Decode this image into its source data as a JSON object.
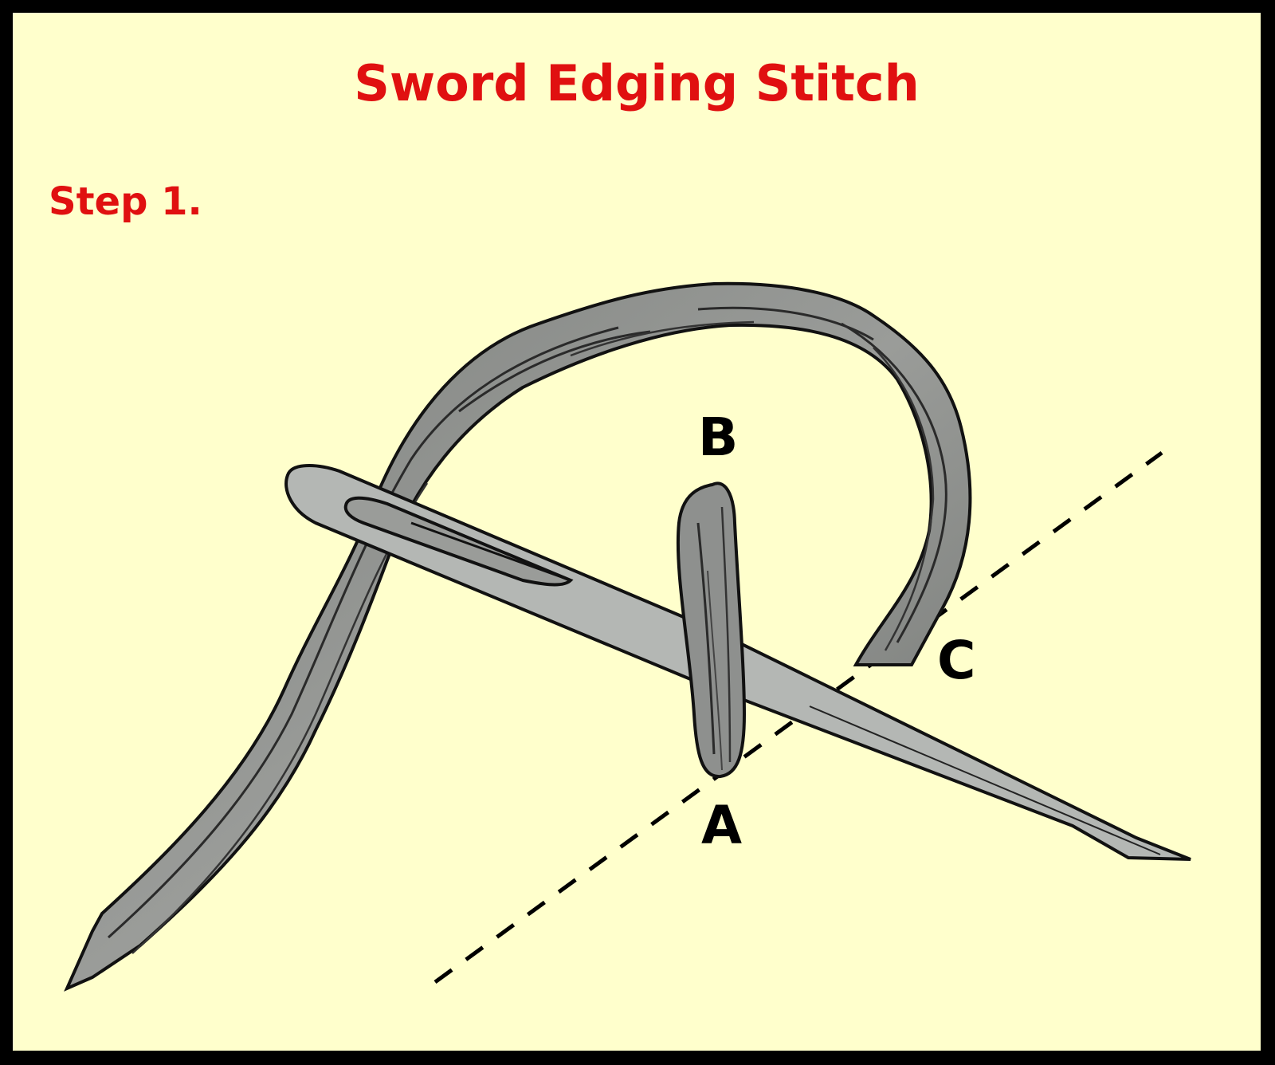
{
  "title": "Sword Edging Stitch",
  "step_label": "Step 1.",
  "points": {
    "a": "A",
    "b": "B",
    "c": "C"
  },
  "colors": {
    "background": "#ffffcc",
    "border": "#000000",
    "heading": "#e01010",
    "thread": "#8e908e",
    "needle": "#b4b7b4",
    "outline": "#111111"
  },
  "icons": [
    "thread-icon",
    "needle-icon",
    "stitch-icon",
    "guide-line-icon"
  ]
}
